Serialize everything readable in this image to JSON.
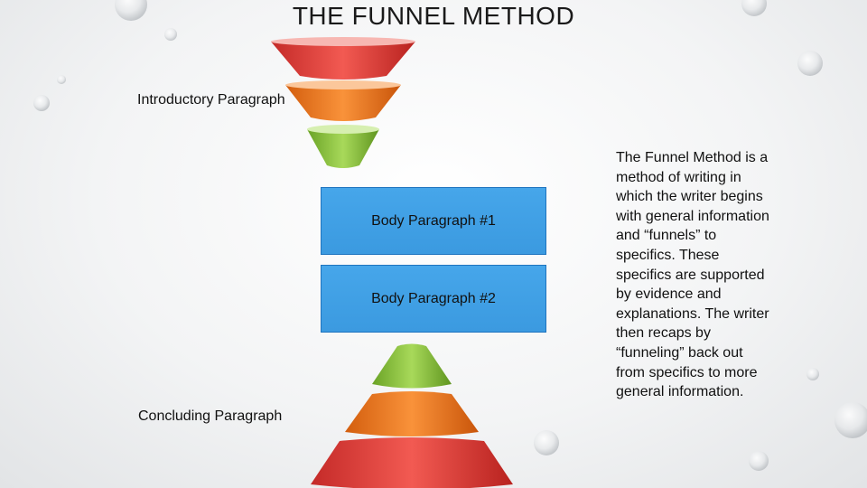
{
  "title": "THE FUNNEL METHOD",
  "labels": {
    "introductory": "Introductory Paragraph",
    "concluding": "Concluding Paragraph"
  },
  "boxes": {
    "body1": "Body Paragraph #1",
    "body2": "Body Paragraph #2"
  },
  "description": "The Funnel Method is a method of writing in which the writer begins with general information and “funnels” to specifics.  These specifics are supported by evidence and explanations.  The writer then recaps by “funneling” back out from specifics to more general information.",
  "colors": {
    "red": "#e8413c",
    "orange": "#f07a22",
    "green": "#8ec63f",
    "blue": "#3d9de3"
  }
}
